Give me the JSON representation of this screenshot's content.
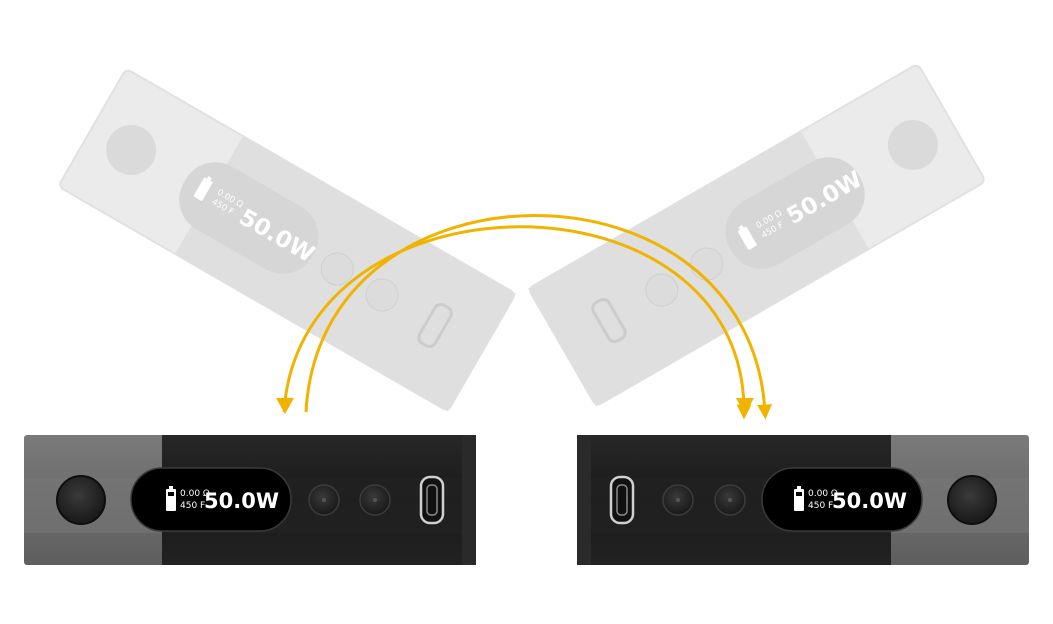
{
  "display": {
    "resistance": "0.00 Ω",
    "temperature": "450 F",
    "power": "50.0W"
  },
  "colors": {
    "arrow": "#f0b400",
    "device_dark": "#1d1d1d",
    "device_grey": "#6f6f6f",
    "ghost_light": "#e9e9e9",
    "ghost_mid": "#d9d9d9"
  },
  "icons": {
    "battery": "battery-icon",
    "usb_port": "micro-usb-port-icon",
    "fire_button": "fire-button-icon",
    "adjust_buttons": "adjust-button-icon"
  }
}
